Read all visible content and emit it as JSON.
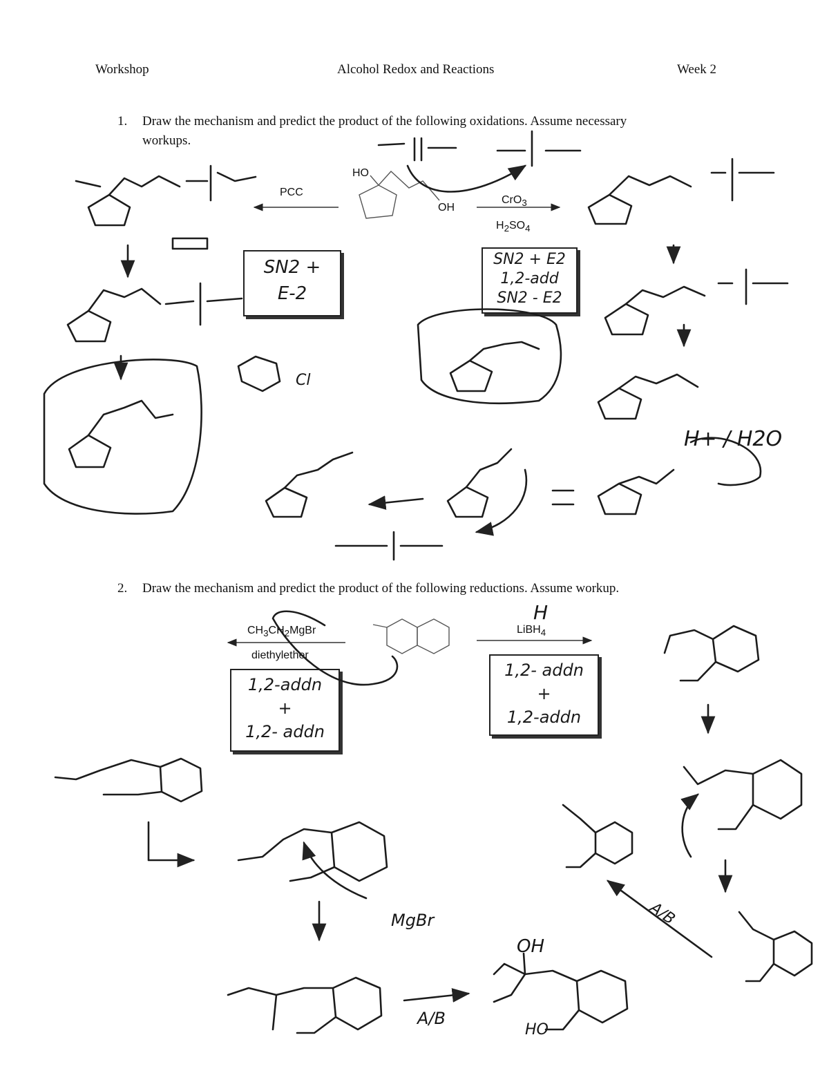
{
  "header": {
    "left": "Workshop",
    "center": "Alcohol Redox and Reactions",
    "right": "Week 2"
  },
  "question1": {
    "number": "1.",
    "text_line1": "Draw the mechanism and predict the product of the following oxidations. Assume necessary",
    "text_line2": "workups.",
    "reagent_left": "PCC",
    "reagent_right_top": "CrO3",
    "reagent_right_bottom": "H2SO4",
    "start_label_ho": "HO",
    "start_label_oh": "OH",
    "box_left": [
      "SN2 +",
      "E-2"
    ],
    "box_right": [
      "SN2 + E2",
      "1,2-add",
      "SN2 - E2"
    ],
    "note_h_water": "H+ / H2O",
    "note_cl": "Cl"
  },
  "question2": {
    "number": "2.",
    "text": "Draw the mechanism and predict the product of the following reductions. Assume workup.",
    "reagent_left_top": "CH3CH2MgBr",
    "reagent_left_bottom": "diethylether",
    "reagent_right": "LiBH4",
    "hydride_note": "H",
    "box_left": [
      "1,2-addn",
      "+",
      "1,2- addn"
    ],
    "box_right": [
      "1,2- addn",
      "+",
      "1,2-addn"
    ],
    "ab_label_1": "A/B",
    "ab_label_2": "A/B",
    "mgbr_label": "MgBr",
    "product_oh": "OH",
    "product_ho": "HO"
  }
}
